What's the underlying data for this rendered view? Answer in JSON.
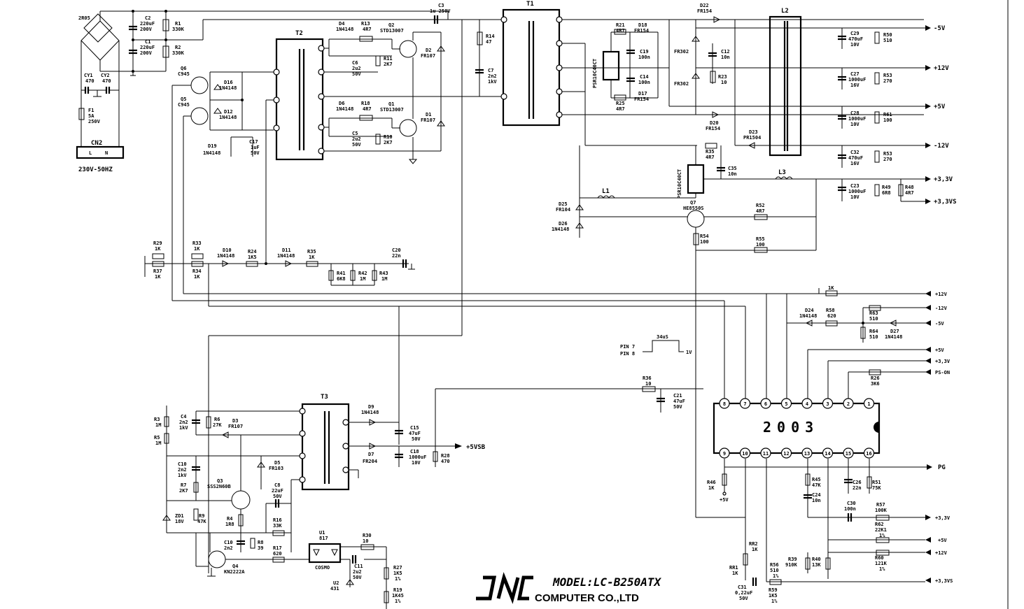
{
  "title": {
    "brand": "JNC",
    "model": "MODEL:LC-B250ATX",
    "company": "COMPUTER CO.,LTD"
  },
  "ic": {
    "name": "2003",
    "pins_top": [
      "8",
      "7",
      "6",
      "5",
      "4",
      "3",
      "2",
      "1"
    ],
    "pins_bottom": [
      "9",
      "10",
      "11",
      "12",
      "13",
      "14",
      "15",
      "16"
    ]
  },
  "pulse": {
    "pin7": "PIN 7",
    "pin8": "PIN 8",
    "width": "34uS",
    "level": "1V"
  },
  "mains": {
    "connector": "CN2",
    "l": "L",
    "n": "N",
    "rating": "230V-50HZ"
  },
  "outputs": {
    "m5v": "-5V",
    "p12v": "+12V",
    "p5v": "+5V",
    "m12v": "-12V",
    "p33v": "+3,3V",
    "p33vs": "+3,3VS",
    "p5vsb": "+5VSB",
    "sens_p12v": "+12V",
    "sens_m12v": "-12V",
    "sens_m5v": "-5V",
    "sens_p5v": "+5V",
    "sens_p33v": "+3,3V",
    "ps_on": "PS-ON",
    "pg": "PG",
    "fb_p33v": "+3,3V",
    "fb_p5v": "+5V",
    "fb_p12v": "+12V",
    "fb_p33vs": "+3,3VS",
    "r46_5v": "+5V"
  },
  "labels": {
    "bridge": "2R05",
    "c2": [
      "C2",
      "220uF",
      "200V"
    ],
    "c1": [
      "C1",
      "220uF",
      "200V"
    ],
    "r1": [
      "R1",
      "330K"
    ],
    "r2": [
      "R2",
      "330K"
    ],
    "cy1": [
      "CY1",
      "470"
    ],
    "cy2": [
      "CY2",
      "470"
    ],
    "f1": [
      "F1",
      "5A",
      "250V"
    ],
    "c3": [
      "C3",
      "1u 250V"
    ],
    "t1": "T1",
    "t2": "T2",
    "t3": "T3",
    "r14": [
      "R14",
      "47"
    ],
    "c7": [
      "C7",
      "2n2",
      "1kV"
    ],
    "d4": [
      "D4",
      "1N4148"
    ],
    "r13": [
      "R13",
      "4R7"
    ],
    "q2": [
      "Q2",
      "STD13007"
    ],
    "c6": [
      "C6",
      "2u2",
      "50V"
    ],
    "r11": [
      "R11",
      "2K7"
    ],
    "d2": [
      "D2",
      "FR107"
    ],
    "d6": [
      "D6",
      "1N4148"
    ],
    "r18": [
      "R18",
      "4R7"
    ],
    "q1": [
      "Q1",
      "STD13007"
    ],
    "c5": [
      "C5",
      "2u2",
      "50V"
    ],
    "r10": [
      "R10",
      "2K7"
    ],
    "d1": [
      "D1",
      "FR107"
    ],
    "q6": [
      "Q6",
      "C945"
    ],
    "q5": [
      "Q5",
      "C945"
    ],
    "d16": [
      "D16",
      "1N4148"
    ],
    "d12": [
      "D12",
      "1N4148"
    ],
    "d19": [
      "D19",
      "1N4148"
    ],
    "c17": [
      "C17",
      "1uF",
      "50V"
    ],
    "psr1": "PSR10C40CT",
    "psr2": "PSR10C40CT",
    "r21": [
      "R21",
      "4R7"
    ],
    "d18": [
      "D18",
      "FR154"
    ],
    "c19": [
      "C19",
      "100n"
    ],
    "c14": [
      "C14",
      "100n"
    ],
    "r25": [
      "R25",
      "4R7"
    ],
    "d17": [
      "D17",
      "FR154"
    ],
    "d22": [
      "D22",
      "FR154"
    ],
    "fr302a": "FR302",
    "fr302b": "FR302",
    "c12": [
      "C12",
      "10n"
    ],
    "r23": [
      "R23",
      "10"
    ],
    "d20": [
      "D20",
      "FR154"
    ],
    "d23": [
      "D23",
      "PR1504"
    ],
    "l2": "L2",
    "l1": "L1",
    "l3": "L3",
    "c29": [
      "C29",
      "470uF",
      "10V"
    ],
    "r50": [
      "R50",
      "510"
    ],
    "c27": [
      "C27",
      "1000uF",
      "16V"
    ],
    "r53a": [
      "R53",
      "270"
    ],
    "c28": [
      "C28",
      "1000uF",
      "10V"
    ],
    "r61": [
      "R61",
      "100"
    ],
    "c32": [
      "C32",
      "470uF",
      "16V"
    ],
    "r53b": [
      "R53",
      "270"
    ],
    "c23": [
      "C23",
      "1000uF",
      "10V"
    ],
    "r49": [
      "R49",
      "6R8"
    ],
    "r48": [
      "R48",
      "4R7"
    ],
    "r35": [
      "R35",
      "4R7"
    ],
    "c35": [
      "C35",
      "10n"
    ],
    "d25": [
      "D25",
      "FR104"
    ],
    "d26": [
      "D26",
      "1N4148"
    ],
    "q7": [
      "Q7",
      "HE8550S"
    ],
    "r52": [
      "R52",
      "4R7"
    ],
    "r54": [
      "R54",
      "100"
    ],
    "r55": [
      "R55",
      "100"
    ],
    "r29": [
      "R29",
      "1K"
    ],
    "r33": [
      "R33",
      "1K"
    ],
    "r37": [
      "R37",
      "1K"
    ],
    "r34": [
      "R34",
      "1K"
    ],
    "d10": [
      "D10",
      "1N4148"
    ],
    "r24": [
      "R24",
      "1K5"
    ],
    "d11": [
      "D11",
      "1N4148"
    ],
    "r35b": [
      "R35",
      "1K"
    ],
    "c20": [
      "C20",
      "22n"
    ],
    "r41": [
      "R41",
      "6K8"
    ],
    "r42": [
      "R42",
      "1M"
    ],
    "r43": [
      "R43",
      "1M"
    ],
    "r1k": "1K",
    "d24": [
      "D24",
      "1N4148"
    ],
    "r58": [
      "R58",
      "620"
    ],
    "r63": [
      "R63",
      "510"
    ],
    "r64": [
      "R64",
      "510"
    ],
    "d27": [
      "D27",
      "1N4148"
    ],
    "r26": [
      "R26",
      "3K6"
    ],
    "r36": [
      "R36",
      "10"
    ],
    "c21": [
      "C21",
      "47uF",
      "50V"
    ],
    "r3": [
      "R3",
      "1M"
    ],
    "r5": [
      "R5",
      "1M"
    ],
    "c4": [
      "C4",
      "2n2",
      "1kV"
    ],
    "r6": [
      "R6",
      "27K"
    ],
    "d3": [
      "D3",
      "FR107"
    ],
    "d9": [
      "D9",
      "1N4148"
    ],
    "c15": [
      "C15",
      "47uF",
      "50V"
    ],
    "d7": [
      "D7",
      "FR204"
    ],
    "c18": [
      "C18",
      "1000uF",
      "10V"
    ],
    "r28": [
      "R28",
      "470"
    ],
    "c10a": [
      "C10",
      "2n2",
      "1kV"
    ],
    "d5": [
      "D5",
      "FR103"
    ],
    "r7": [
      "R7",
      "2K7"
    ],
    "q3": [
      "Q3",
      "SSS2N60B"
    ],
    "c8": [
      "C8",
      "22uF",
      "50V"
    ],
    "zd1": [
      "ZD1",
      "18V"
    ],
    "r9": [
      "R9",
      "47K"
    ],
    "r4": [
      "R4",
      "1R8"
    ],
    "r16": [
      "R16",
      "33K"
    ],
    "c10b": [
      "C10",
      "2n2"
    ],
    "r8": [
      "R8",
      "39"
    ],
    "r17": [
      "R17",
      "620"
    ],
    "q4": [
      "Q4",
      "KN2222A"
    ],
    "u1": [
      "U1",
      "817"
    ],
    "cosmo": "COSMO",
    "r30": [
      "R30",
      "10"
    ],
    "c11": [
      "C11",
      "2u2",
      "50V"
    ],
    "u2": [
      "U2",
      "431"
    ],
    "r27": [
      "R27",
      "1K5",
      "1%"
    ],
    "r19": [
      "R19",
      "1K45",
      "1%"
    ],
    "r46": [
      "R46",
      "1K"
    ],
    "r45": [
      "R45",
      "47K"
    ],
    "c24": [
      "C24",
      "10n"
    ],
    "c26": [
      "C26",
      "22n"
    ],
    "r51": [
      "R51",
      "75K"
    ],
    "c30": [
      "C30",
      "100n"
    ],
    "r57": [
      "R57",
      "100K"
    ],
    "r62": [
      "R62",
      "22K1",
      "1%"
    ],
    "r60": [
      "R60",
      "121K",
      "1%"
    ],
    "rr2": [
      "RR2",
      "1K"
    ],
    "rr1": [
      "RR1",
      "1K"
    ],
    "c31": [
      "C31",
      "0,22uF",
      "50V"
    ],
    "r56": [
      "R56",
      "510",
      "1%"
    ],
    "r59": [
      "R59",
      "1K5",
      "1%"
    ],
    "r39": [
      "R39",
      "910K"
    ],
    "r40": [
      "R40",
      "13K"
    ]
  }
}
